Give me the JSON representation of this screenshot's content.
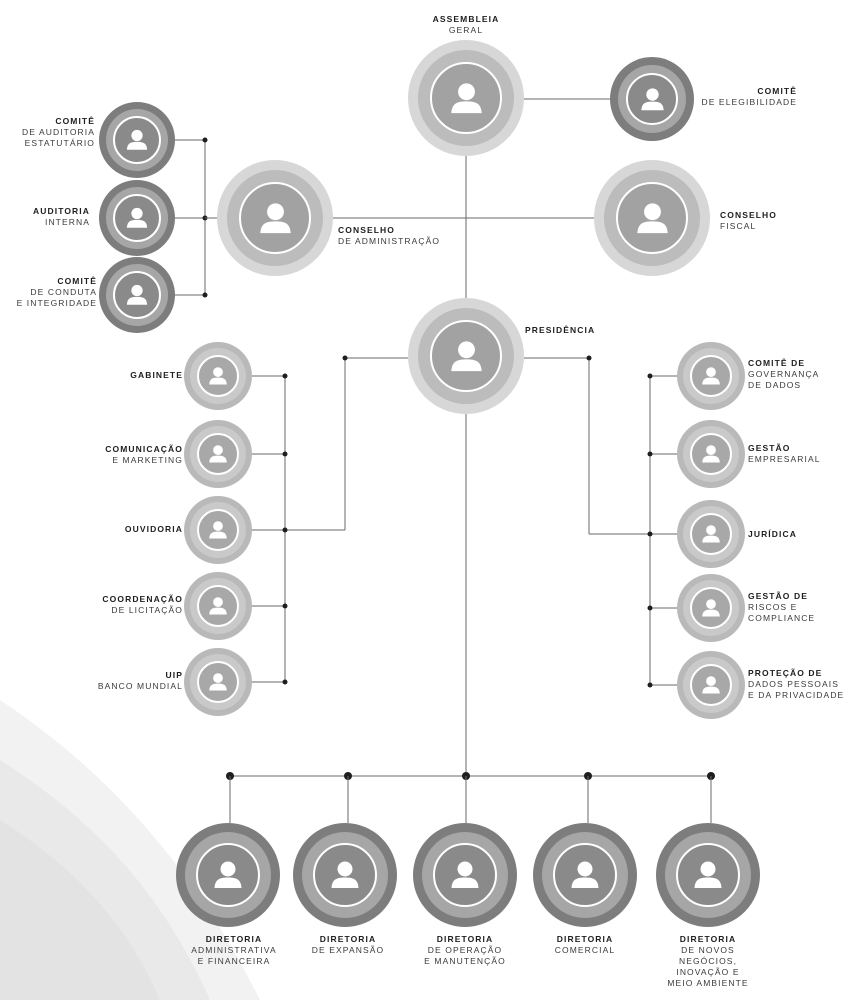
{
  "colors": {
    "line": "#6a6a6a",
    "dot": "#1e1e1e",
    "dark_outer": "#7d7d7d",
    "dark_inner": "#a6a6a6",
    "dark_core": "#8a8a8a",
    "light_outer": "#d7d7d7",
    "light_inner": "#bcbcbc",
    "light_core": "#a2a2a2",
    "side_outer": "#b9b9b9",
    "side_inner": "#c9c9c9",
    "side_core": "#a8a8a8"
  },
  "icons": {
    "person": "person-icon"
  },
  "nodes": [
    {
      "id": "assembleia-geral",
      "title": "ASSEMBLEIA",
      "subtitle": [
        "GERAL"
      ]
    },
    {
      "id": "comite-elegibilidade",
      "title": "COMITÊ",
      "subtitle": [
        "DE ELEGIBILIDADE"
      ]
    },
    {
      "id": "comite-auditoria",
      "title": "COMITÊ",
      "subtitle": [
        "DE AUDITORIA",
        "ESTATUTÁRIO"
      ]
    },
    {
      "id": "auditoria-interna",
      "title": "AUDITORIA",
      "subtitle": [
        "INTERNA"
      ]
    },
    {
      "id": "comite-conduta",
      "title": "COMITÊ",
      "subtitle": [
        "DE CONDUTA",
        "E INTEGRIDADE"
      ]
    },
    {
      "id": "conselho-administracao",
      "title": "CONSELHO",
      "subtitle": [
        "DE ADMINISTRAÇÃO"
      ]
    },
    {
      "id": "conselho-fiscal",
      "title": "CONSELHO",
      "subtitle": [
        "FISCAL"
      ]
    },
    {
      "id": "presidencia",
      "title": "PRESIDÊNCIA",
      "subtitle": []
    },
    {
      "id": "gabinete",
      "title": "GABINETE",
      "subtitle": []
    },
    {
      "id": "comunicacao",
      "title": "COMUNICAÇÃO",
      "subtitle": [
        "E MARKETING"
      ]
    },
    {
      "id": "ouvidoria",
      "title": "OUVIDORIA",
      "subtitle": []
    },
    {
      "id": "licitacao",
      "title": "COORDENAÇÃO",
      "subtitle": [
        "DE LICITAÇÃO"
      ]
    },
    {
      "id": "uip",
      "title": "UIP",
      "subtitle": [
        "BANCO MUNDIAL"
      ]
    },
    {
      "id": "governanca-dados",
      "title": "COMITÊ DE",
      "subtitle": [
        "GOVERNANÇA",
        "DE DADOS"
      ]
    },
    {
      "id": "gestao-empresarial",
      "title": "GESTÃO",
      "subtitle": [
        "EMPRESARIAL"
      ]
    },
    {
      "id": "juridica",
      "title": "JURÍDICA",
      "subtitle": []
    },
    {
      "id": "riscos-compliance",
      "title": "GESTÃO DE",
      "subtitle": [
        "RISCOS E",
        "COMPLIANCE"
      ]
    },
    {
      "id": "protecao-dados",
      "title": "PROTEÇÃO DE",
      "subtitle": [
        "DADOS PESSOAIS",
        "E DA PRIVACIDADE"
      ]
    },
    {
      "id": "dir-adm-fin",
      "title": "DIRETORIA",
      "subtitle": [
        "ADMINISTRATIVA",
        "E FINANCEIRA"
      ]
    },
    {
      "id": "dir-expansao",
      "title": "DIRETORIA",
      "subtitle": [
        "DE EXPANSÃO"
      ]
    },
    {
      "id": "dir-operacao",
      "title": "DIRETORIA",
      "subtitle": [
        "DE OPERAÇÃO",
        "E MANUTENÇÃO"
      ]
    },
    {
      "id": "dir-comercial",
      "title": "DIRETORIA",
      "subtitle": [
        "COMERCIAL"
      ]
    },
    {
      "id": "dir-novos-negocios",
      "title": "DIRETORIA",
      "subtitle": [
        "DE NOVOS",
        "NEGÓCIOS,",
        "INOVAÇÃO E",
        "MEIO AMBIENTE"
      ]
    }
  ]
}
